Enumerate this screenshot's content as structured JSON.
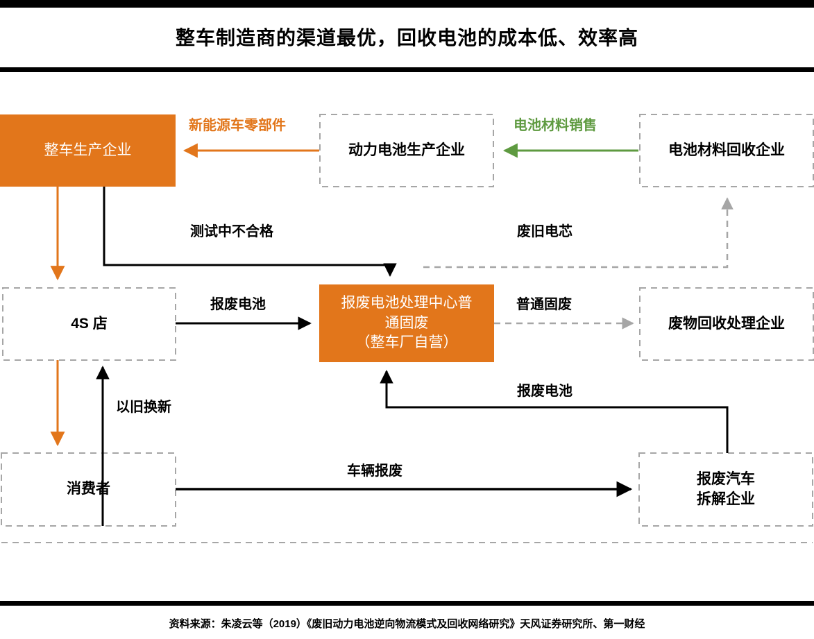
{
  "title": "整车制造商的渠道最优，回收电池的成本低、效率高",
  "source": "资料来源：朱凌云等（2019）《废旧动力电池逆向物流模式及回收网络研究》天风证券研究所、第一财经",
  "colors": {
    "orange": "#E2761B",
    "green": "#5E9A40",
    "gray": "#A6A6A6",
    "black": "#000000",
    "white": "#FFFFFF"
  },
  "nodes": [
    {
      "id": "oem",
      "label": "整车生产企业",
      "style": "solid"
    },
    {
      "id": "battery_maker",
      "label": "动力电池生产企业",
      "style": "dashed"
    },
    {
      "id": "material_recyc",
      "label": "电池材料回收企业",
      "style": "dashed"
    },
    {
      "id": "dealer_4s",
      "label": "4S 店",
      "style": "dashed"
    },
    {
      "id": "battery_center",
      "label": "报废电池处理中心普通固废\n（整车厂自营）",
      "style": "solid"
    },
    {
      "id": "waste_recyc",
      "label": "废物回收处理企业",
      "style": "dashed"
    },
    {
      "id": "consumer",
      "label": "消费者",
      "style": "dashed"
    },
    {
      "id": "dismantler",
      "label": "报废汽车\n拆解企业",
      "style": "dashed"
    }
  ],
  "edges": [
    {
      "id": "parts",
      "label": "新能源车零部件",
      "color": "#E2761B",
      "from": "battery_maker",
      "to": "oem"
    },
    {
      "id": "mat_sale",
      "label": "电池材料销售",
      "color": "#5E9A40",
      "from": "material_recyc",
      "to": "battery_maker"
    },
    {
      "id": "test_fail",
      "label": "测试中不合格",
      "color": "#000000",
      "from": "oem",
      "to": "battery_center"
    },
    {
      "id": "scrap_cell",
      "label": "废旧电芯",
      "color": "#A6A6A6",
      "from": "battery_center",
      "to": "material_recyc"
    },
    {
      "id": "scrap_batt_1",
      "label": "报废电池",
      "color": "#000000",
      "from": "dealer_4s",
      "to": "battery_center"
    },
    {
      "id": "solid_waste",
      "label": "普通固废",
      "color": "#A6A6A6",
      "from": "battery_center",
      "to": "waste_recyc"
    },
    {
      "id": "trade_in",
      "label": "以旧换新",
      "color": "#000000",
      "from": "consumer",
      "to": "dealer_4s"
    },
    {
      "id": "scrap_batt_2",
      "label": "报废电池",
      "color": "#000000",
      "from": "dismantler",
      "to": "battery_center"
    },
    {
      "id": "veh_scrap",
      "label": "车辆报废",
      "color": "#000000",
      "from": "consumer",
      "to": "dismantler"
    },
    {
      "id": "oem_dealer",
      "label": "",
      "color": "#E2761B",
      "from": "oem",
      "to": "dealer_4s"
    },
    {
      "id": "dealer_cons",
      "label": "",
      "color": "#E2761B",
      "from": "dealer_4s",
      "to": "consumer"
    }
  ],
  "edge_labels": {
    "parts": "新能源车零部件",
    "mat_sale": "电池材料销售",
    "test_fail": "测试中不合格",
    "scrap_cell": "废旧电芯",
    "scrap_batt_1": "报废电池",
    "solid_waste": "普通固废",
    "trade_in": "以旧换新",
    "scrap_batt_2": "报废电池",
    "veh_scrap": "车辆报废"
  },
  "node_labels": {
    "oem": "整车生产企业",
    "battery_maker": "动力电池生产企业",
    "material_recyc": "电池材料回收企业",
    "dealer_4s": "4S 店",
    "battery_center_l1": "报废电池处理中心普",
    "battery_center_l2": "通固废",
    "battery_center_l3": "（整车厂自营）",
    "waste_recyc": "废物回收处理企业",
    "consumer": "消费者",
    "dismantler_l1": "报废汽车",
    "dismantler_l2": "拆解企业"
  }
}
